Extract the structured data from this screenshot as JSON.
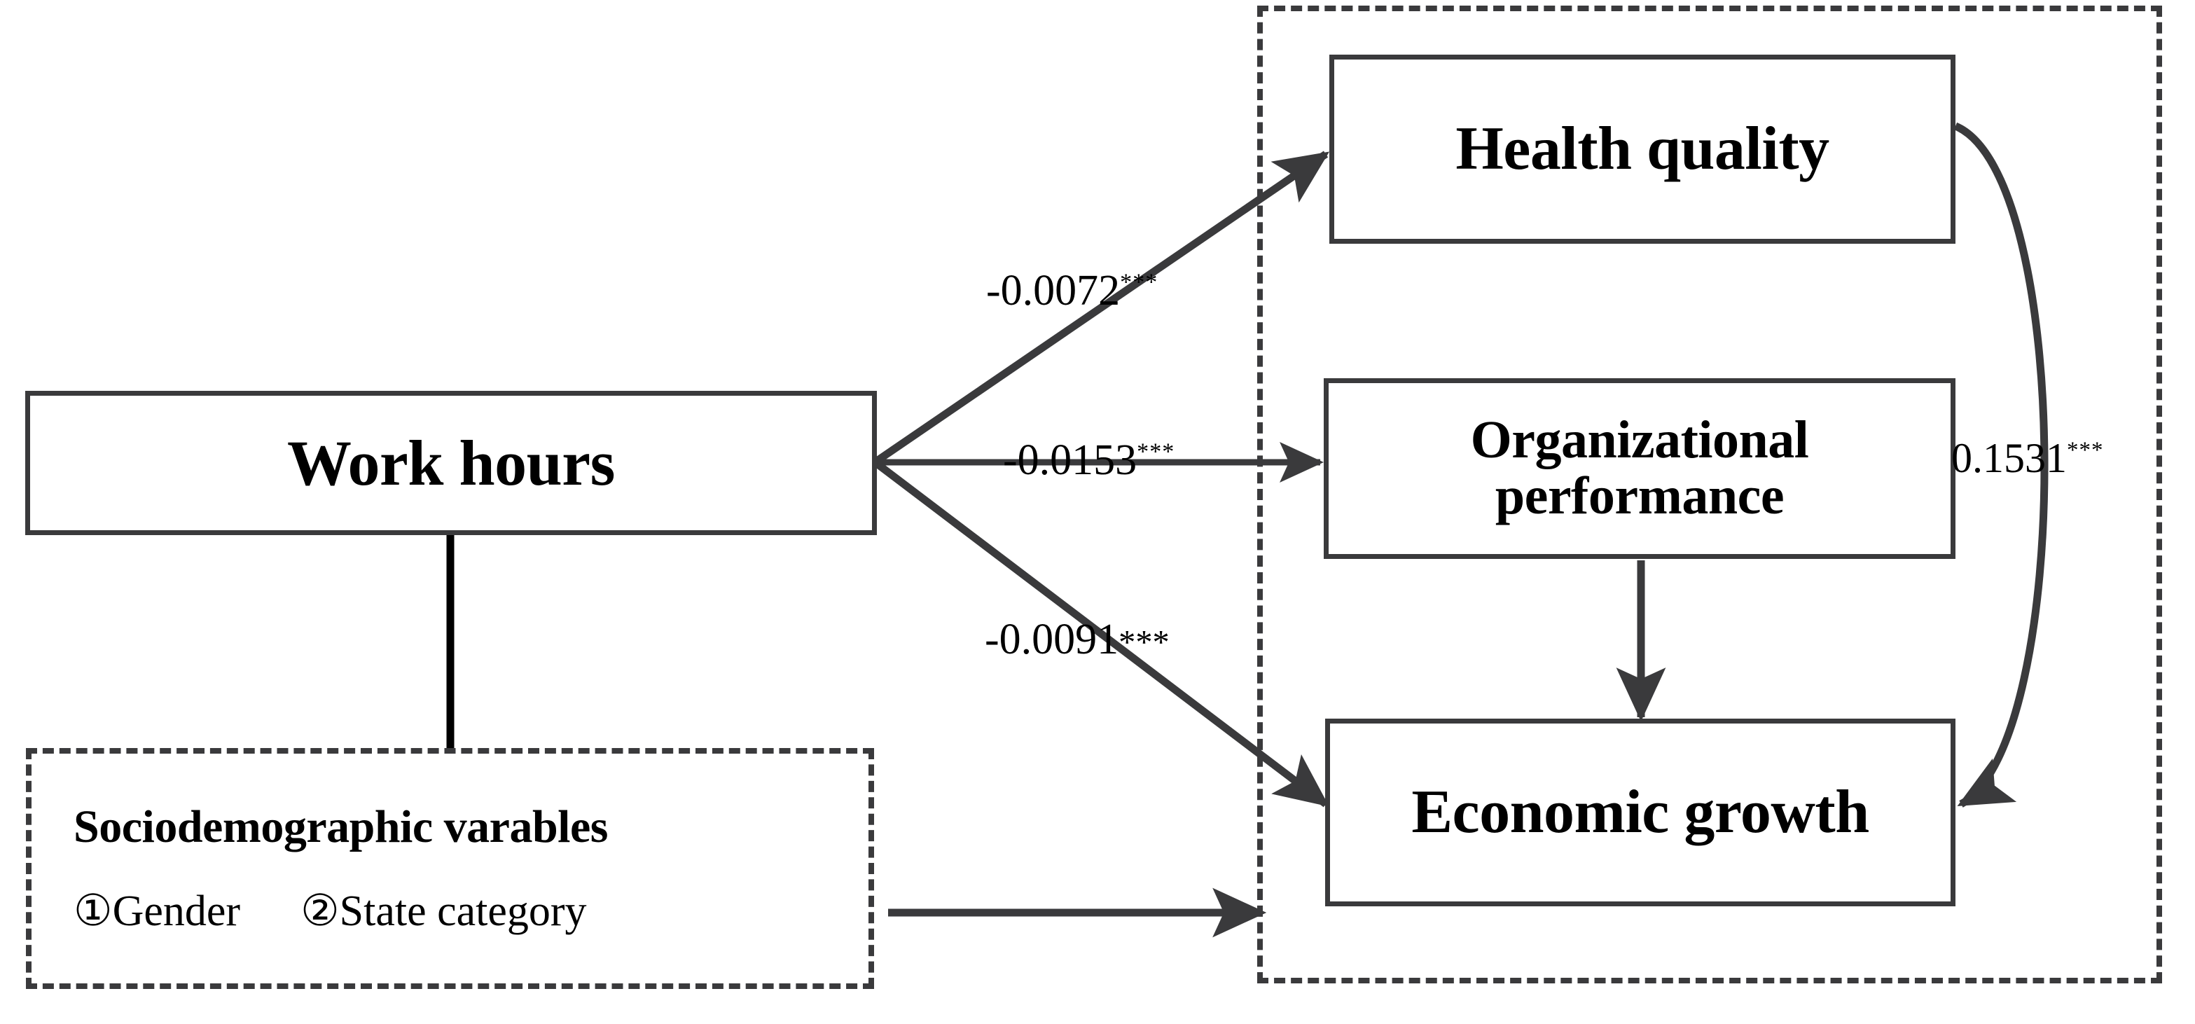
{
  "diagram": {
    "type": "path-model",
    "nodes": [
      {
        "id": "work_hours",
        "label": "Work hours",
        "shape": "solid-rect"
      },
      {
        "id": "health",
        "label": "Health quality",
        "shape": "solid-rect"
      },
      {
        "id": "org_line1",
        "label": "Organizational",
        "shape": "solid-rect"
      },
      {
        "id": "org_line2",
        "label": "performance",
        "shape": "solid-rect"
      },
      {
        "id": "economic",
        "label": "Economic growth",
        "shape": "solid-rect"
      }
    ],
    "boxes": {
      "work_hours": "Work hours",
      "health_quality": "Health quality",
      "organizational_performance_line1": "Organizational",
      "organizational_performance_line2": "performance",
      "economic_growth": "Economic growth"
    },
    "sociodemographic": {
      "title": "Sociodemographic varables",
      "items": [
        {
          "marker": "①",
          "label": "Gender"
        },
        {
          "marker": "②",
          "label": "State category"
        }
      ]
    },
    "paths": [
      {
        "id": "wh-to-hq",
        "from": "Work hours",
        "to": "Health quality",
        "coefficient": "-0.0072",
        "significance": "***",
        "star_style": "superscript"
      },
      {
        "id": "wh-to-op",
        "from": "Work hours",
        "to": "Organizational performance",
        "coefficient": "-0.0153",
        "significance": "***",
        "star_style": "superscript"
      },
      {
        "id": "wh-to-eg",
        "from": "Work hours",
        "to": "Economic growth",
        "coefficient": "-0.0091",
        "significance": "***",
        "star_style": "inline"
      },
      {
        "id": "hq-to-eg",
        "from": "Health quality",
        "to": "Economic growth",
        "coefficient": "0.1531",
        "significance": "***",
        "star_style": "superscript"
      },
      {
        "id": "op-to-eg",
        "from": "Organizational performance",
        "to": "Economic growth",
        "coefficient": "",
        "significance": "",
        "star_style": "none"
      },
      {
        "id": "socio-to-outcomes",
        "from": "Sociodemographic varables",
        "to": "Outcome group",
        "coefficient": "",
        "significance": "",
        "star_style": "none"
      }
    ],
    "colors": {
      "stroke": "#3a3a3c",
      "text": "#000000",
      "background": "#ffffff"
    }
  }
}
